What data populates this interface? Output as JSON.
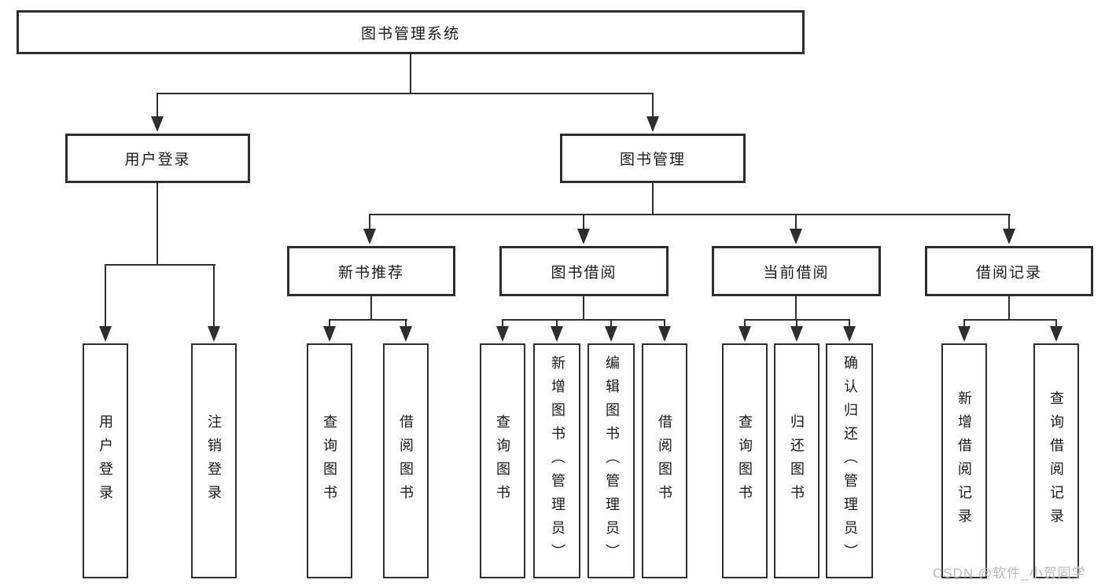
{
  "nodes": {
    "root": "图书管理系统",
    "user_login": "用户登录",
    "book_mgmt": "图书管理",
    "new_book_rec": "新书推荐",
    "book_borrow": "图书借阅",
    "current_borrow": "当前借阅",
    "borrow_records": "借阅记录",
    "ul_user_login": "用户登录",
    "ul_logout": "注销登录",
    "nbr_query_book": "查询图书",
    "nbr_borrow_book": "借阅图书",
    "bb_query_book": "查询图书",
    "bb_add_book": "新增图书（管理员）",
    "bb_edit_book": "编辑图书（管理员）",
    "bb_borrow_book": "借阅图书",
    "cb_query_book": "查询图书",
    "cb_return_book": "归还图书",
    "cb_confirm_return": "确认归还（管理员）",
    "br_add_record": "新增借阅记录",
    "br_query_record": "查询借阅记录"
  },
  "watermark": "CSDN @软件_小贺同学",
  "colors": {
    "line": "#2e2e2e",
    "text": "#1a1a1a",
    "background": "#ffffff",
    "watermark": "#b9b9b9"
  }
}
